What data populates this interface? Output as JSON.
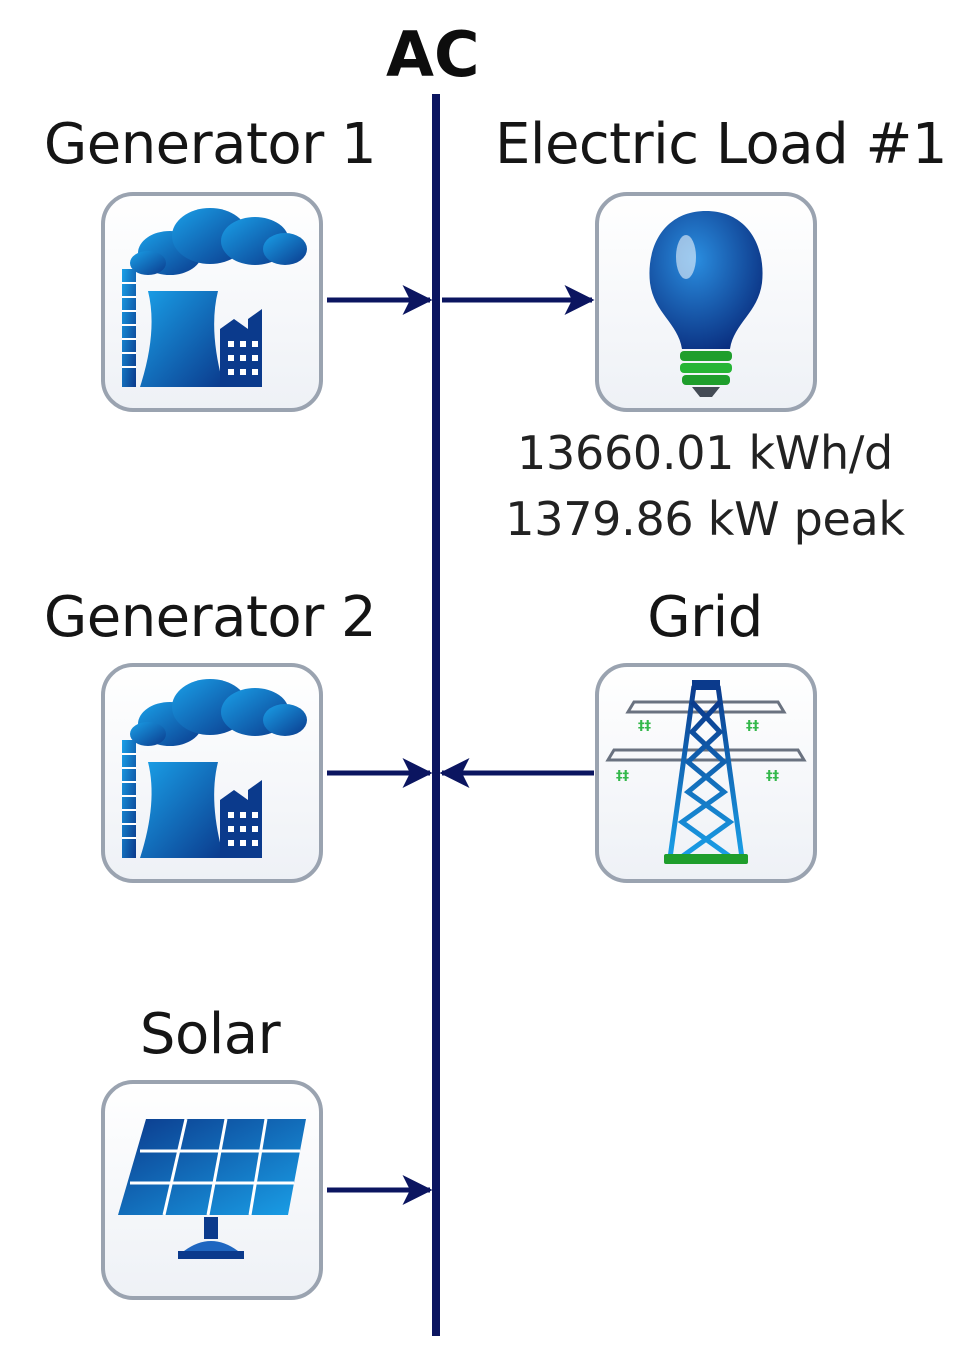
{
  "bus": {
    "title": "AC",
    "color": "#0b1560"
  },
  "components": {
    "generator1": {
      "label": "Generator 1",
      "icon": "power-plant-icon"
    },
    "electric_load": {
      "label": "Electric Load #1",
      "icon": "light-bulb-icon",
      "energy": "13660.01 kWh/d",
      "peak": "1379.86 kW peak"
    },
    "generator2": {
      "label": "Generator 2",
      "icon": "power-plant-icon"
    },
    "grid": {
      "label": "Grid",
      "icon": "transmission-tower-icon"
    },
    "solar": {
      "label": "Solar",
      "icon": "solar-panel-icon"
    }
  },
  "colors": {
    "icon_dark": "#0b3a8c",
    "icon_light": "#1aa0e8",
    "accent_green": "#1f9e2c",
    "tile_border": "#9aa3b0"
  }
}
